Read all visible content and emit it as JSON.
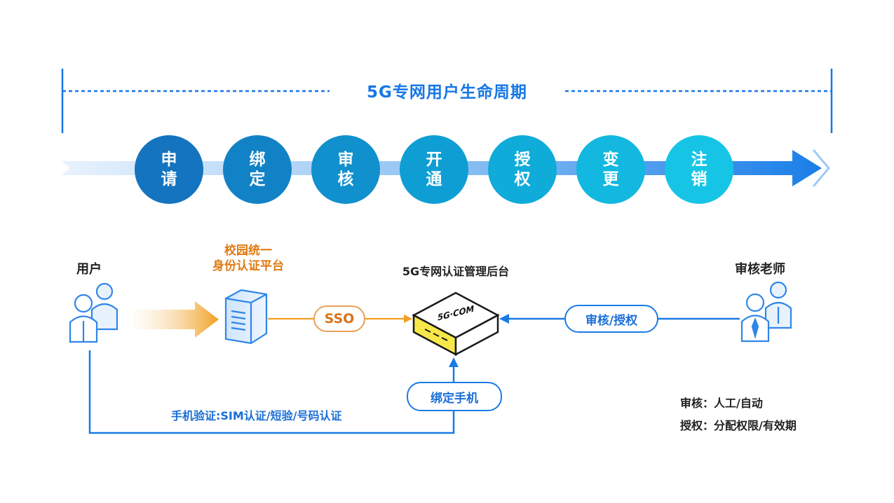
{
  "title": "5G专网用户生命周期",
  "stages": [
    {
      "l1": "申",
      "l2": "请",
      "color": "#1474bf"
    },
    {
      "l1": "绑",
      "l2": "定",
      "color": "#1282c6"
    },
    {
      "l1": "审",
      "l2": "核",
      "color": "#1090cc"
    },
    {
      "l1": "开",
      "l2": "通",
      "color": "#0f9ed3"
    },
    {
      "l1": "授",
      "l2": "权",
      "color": "#0fabd9"
    },
    {
      "l1": "变",
      "l2": "更",
      "color": "#12b8df"
    },
    {
      "l1": "注",
      "l2": "销",
      "color": "#16c5e5"
    }
  ],
  "actors": {
    "user": "用户",
    "sso_platform_line1": "校园统一",
    "sso_platform_line2": "身份认证平台",
    "backend": "5G专网认证管理后台",
    "device_text": "5G·COM",
    "teacher": "审核老师"
  },
  "connectors": {
    "sso": "SSO",
    "review_auth": "审核/授权",
    "bind_phone": "绑定手机",
    "phone_verify": "手机验证:SIM认证/短验/号码认证"
  },
  "notes": {
    "review": "审核：人工/自动",
    "authorize": "授权：分配权限/有效期"
  },
  "colors": {
    "accent": "#1677e6",
    "orange": "#e8961e"
  }
}
